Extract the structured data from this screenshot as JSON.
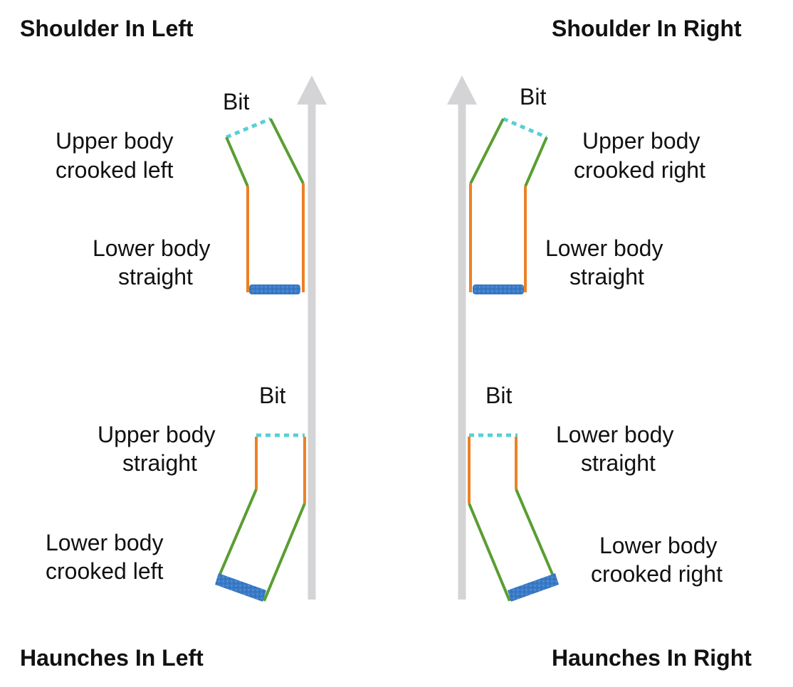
{
  "titles": {
    "top_left": "Shoulder In Left",
    "top_right": "Shoulder In Right",
    "bottom_left": "Haunches In Left",
    "bottom_right": "Haunches In Right"
  },
  "labels": {
    "bit": "Bit",
    "upper_body": "Upper body",
    "lower_body": "Lower body",
    "crooked_left": "crooked left",
    "crooked_right": "crooked right",
    "straight": "straight"
  },
  "colors": {
    "arrow": "#d4d4d7",
    "bit_line": "#56d0d6",
    "crooked_segment": "#5a9e32",
    "straight_segment": "#ec8126",
    "hindquarters": "#3a7ac6",
    "text": "#111111"
  },
  "legend_icons": [
    "direction-arrow-icon"
  ]
}
